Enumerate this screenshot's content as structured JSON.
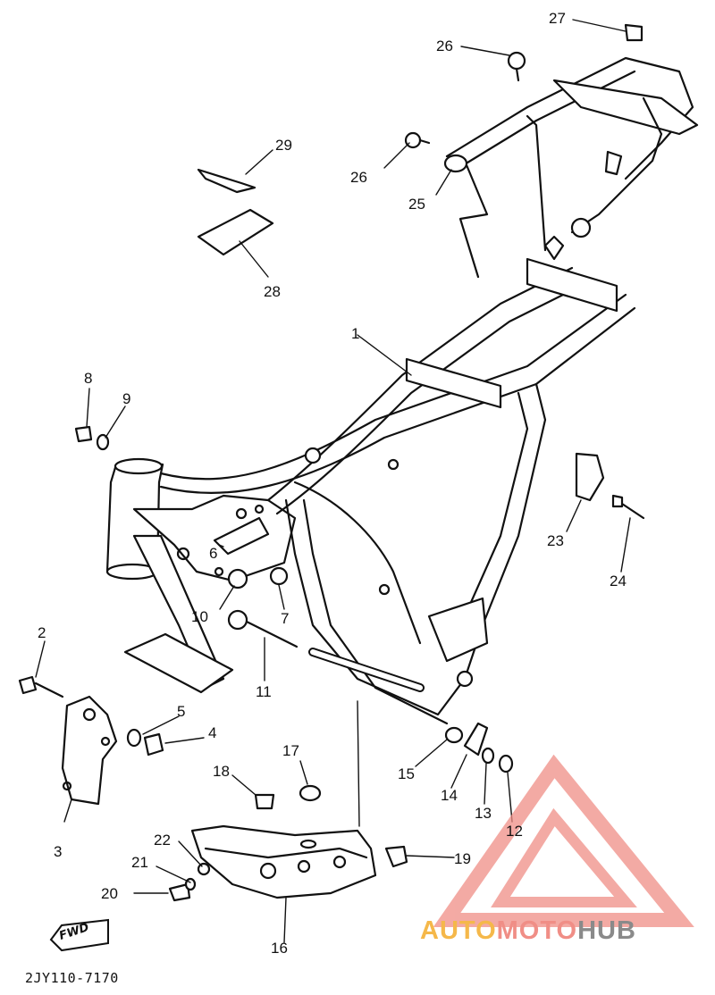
{
  "diagram": {
    "callouts": [
      {
        "id": "1",
        "label": "1"
      },
      {
        "id": "2",
        "label": "2"
      },
      {
        "id": "3",
        "label": "3"
      },
      {
        "id": "4",
        "label": "4"
      },
      {
        "id": "5",
        "label": "5"
      },
      {
        "id": "6",
        "label": "6"
      },
      {
        "id": "7",
        "label": "7"
      },
      {
        "id": "8",
        "label": "8"
      },
      {
        "id": "9",
        "label": "9"
      },
      {
        "id": "10",
        "label": "10"
      },
      {
        "id": "11",
        "label": "11"
      },
      {
        "id": "12",
        "label": "12"
      },
      {
        "id": "13",
        "label": "13"
      },
      {
        "id": "14",
        "label": "14"
      },
      {
        "id": "15",
        "label": "15"
      },
      {
        "id": "16",
        "label": "16"
      },
      {
        "id": "17",
        "label": "17"
      },
      {
        "id": "18",
        "label": "18"
      },
      {
        "id": "19",
        "label": "19"
      },
      {
        "id": "20",
        "label": "20"
      },
      {
        "id": "21",
        "label": "21"
      },
      {
        "id": "22",
        "label": "22"
      },
      {
        "id": "23",
        "label": "23"
      },
      {
        "id": "24",
        "label": "24"
      },
      {
        "id": "25",
        "label": "25"
      },
      {
        "id": "26a",
        "label": "26"
      },
      {
        "id": "26b",
        "label": "26"
      },
      {
        "id": "27",
        "label": "27"
      },
      {
        "id": "28",
        "label": "28"
      },
      {
        "id": "29",
        "label": "29"
      }
    ],
    "fwd_label": "FWD",
    "diagram_code": "2JY110-7170"
  },
  "watermark": {
    "part1": "AUTO",
    "part2": "MOTO",
    "part3": "HUB",
    "colors": {
      "auto": "#f5b84a",
      "moto": "#f08e86",
      "hub": "#8a8a8a",
      "logo": "#f08e86"
    }
  }
}
